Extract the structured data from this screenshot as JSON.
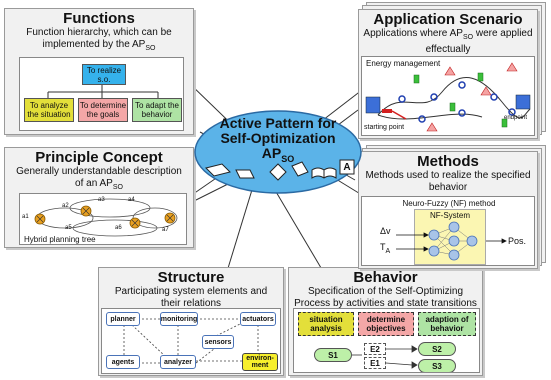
{
  "center": {
    "line1": "Active Pattern for",
    "line2": "Self-Optimization",
    "line3": "AP",
    "sub": "SO",
    "icon_letter": "A",
    "fill": "#5bb3e8"
  },
  "functions": {
    "title": "Functions",
    "desc1": "Function hierarchy, which can be",
    "desc2": "implemented by the AP",
    "desc2_sub": "SO",
    "root": "To realize s.o.",
    "children": [
      "To analyze the situation",
      "To determine the goals",
      "To adapt the behavior"
    ],
    "colors": [
      "#e3df3a",
      "#f4a7a7",
      "#aee3a4"
    ],
    "root_color": "#35b2ec"
  },
  "principle": {
    "title": "Principle Concept",
    "desc1": "Generally understandable description",
    "desc2": "of an AP",
    "desc2_sub": "SO",
    "caption": "Hybrid planning tree",
    "nodes": [
      "a1",
      "a2",
      "a3",
      "a4",
      "a5",
      "a6",
      "a7"
    ]
  },
  "structure": {
    "title": "Structure",
    "desc1": "Participating system elements and",
    "desc2": "their relations",
    "elements": [
      "planner",
      "monitoring",
      "actuators",
      "sensors",
      "agents",
      "analyzer",
      "environ-ment"
    ]
  },
  "behavior": {
    "title": "Behavior",
    "desc1": "Specification of the Self-Optimizing",
    "desc2": "Process by activities and state transitions",
    "activities": [
      "situation analysis",
      "determine objectives",
      "adaption of behavior"
    ],
    "states": [
      "S1",
      "S2",
      "S3"
    ],
    "events": [
      "E2",
      "E1"
    ]
  },
  "application": {
    "title": "Application Scenario",
    "desc1": "Applications where AP",
    "desc1_sub": "SO",
    "desc1_end": "were applied",
    "desc2": "effectually",
    "heading": "Energy management",
    "start": "starting point",
    "end": "endpoint"
  },
  "methods": {
    "title": "Methods",
    "desc1": "Methods used to realize the specified",
    "desc2": "behavior",
    "method": "Neuro-Fuzzy (NF) method",
    "system": "NF-System",
    "input1": "Δv",
    "input2": "T",
    "input2_sub": "A",
    "output": "Pos."
  }
}
